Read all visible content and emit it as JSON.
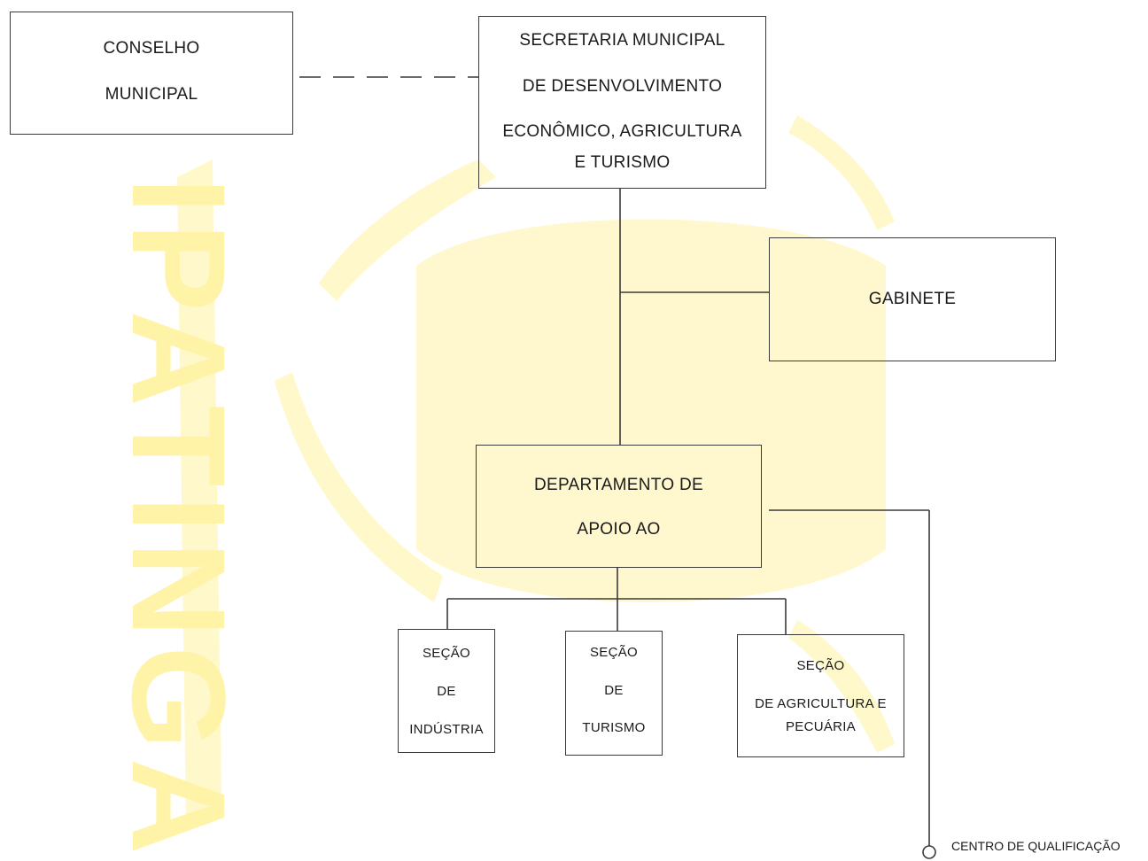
{
  "nodes": {
    "conselho": {
      "lines": [
        "CONSELHO",
        "MUNICIPAL"
      ]
    },
    "secretaria": {
      "lines": [
        "SECRETARIA  MUNICIPAL",
        "DE  DESENVOLVIMENTO",
        "ECONÔMICO, AGRICULTURA",
        "E TURISMO"
      ]
    },
    "gabinete": {
      "lines": [
        "GABINETE"
      ]
    },
    "departamento": {
      "lines": [
        "DEPARTAMENTO  DE",
        "APOIO  AO"
      ]
    },
    "secao_industria": {
      "lines": [
        "SEÇÃO",
        "DE",
        "INDÚSTRIA"
      ]
    },
    "secao_turismo": {
      "lines": [
        "SEÇÃO",
        "DE",
        "TURISMO"
      ]
    },
    "secao_agricultura": {
      "lines": [
        "SEÇÃO",
        "DE  AGRICULTURA E",
        "PECUÁRIA"
      ]
    },
    "centro": {
      "label": "CENTRO DE QUALIFICAÇÃO"
    }
  },
  "watermark": {
    "text": "IPATINGA",
    "color": "#fff3a8"
  },
  "colors": {
    "line": "#3a3a3a",
    "background": "#ffffff"
  }
}
